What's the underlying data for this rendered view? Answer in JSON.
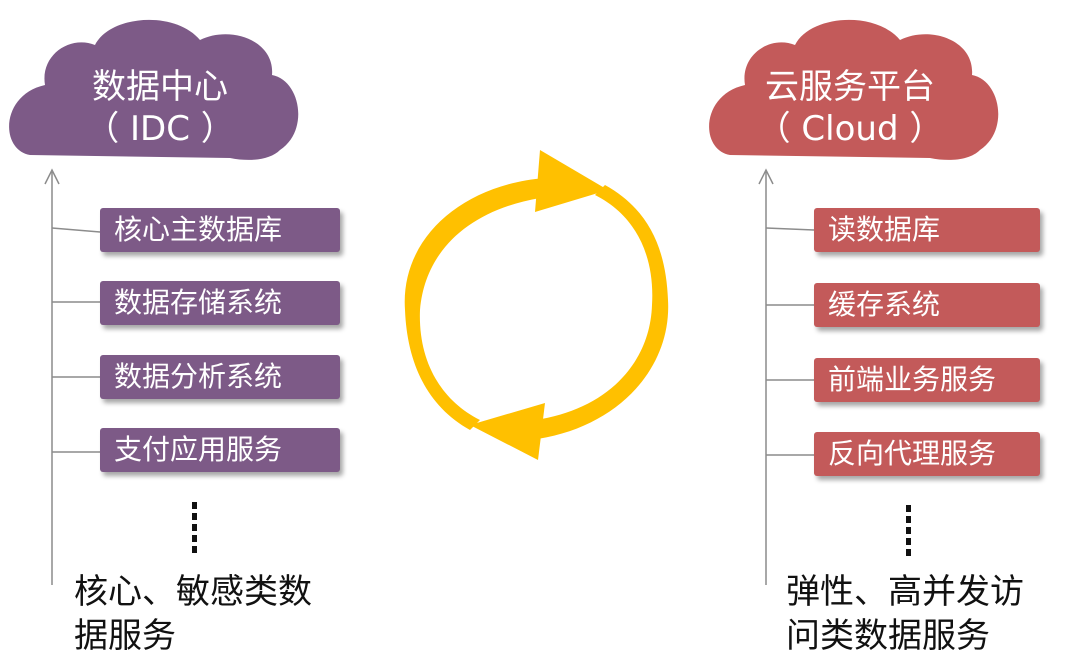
{
  "left": {
    "title_line1": "数据中心",
    "title_line2": "（ IDC ）",
    "items": [
      "核心主数据库",
      "数据存储系统",
      "数据分析系统",
      "支付应用服务"
    ],
    "footer": "核心、敏感类数\n据服务",
    "color": "#7d5a87"
  },
  "right": {
    "title_line1": "云服务平台",
    "title_line2": "（ Cloud ）",
    "items": [
      "读数据库",
      "缓存系统",
      "前端业务服务",
      "反向代理服务"
    ],
    "footer": "弹性、高并发访\n问类数据服务",
    "color": "#c35a5a"
  },
  "cycle": {
    "color": "#ffc000",
    "icon": "cycle-arrows-icon"
  }
}
